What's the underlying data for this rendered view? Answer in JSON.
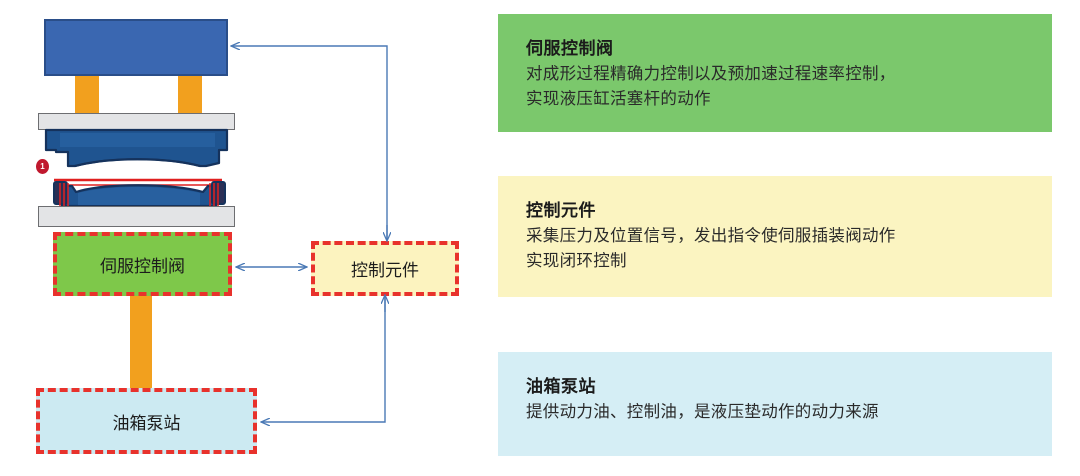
{
  "diagram": {
    "machine": {
      "ram_label": "hydraulic-ram",
      "column_label": "hydraulic-column",
      "upper_die_label": "upper-die",
      "lower_die_label": "lower-die",
      "bolster_label": "bolster-plate",
      "marker_number": "1"
    },
    "boxes": [
      {
        "id": "servo-valve",
        "label": "伺服控制阀",
        "fill": "#7ec84a",
        "border": "#e8322c"
      },
      {
        "id": "control-element",
        "label": "控制元件",
        "fill": "#fcf3bf",
        "border": "#e8322c"
      },
      {
        "id": "tank-pump-station",
        "label": "油箱泵站",
        "fill": "#cceaf2",
        "border": "#e8322c"
      }
    ],
    "connectors": [
      {
        "id": "control-to-ram",
        "from": "控制元件",
        "to": "液压缸",
        "direction": "one-way"
      },
      {
        "id": "servo-to-control",
        "from": "伺服控制阀",
        "to": "控制元件",
        "direction": "two-way"
      },
      {
        "id": "control-to-tank",
        "from": "控制元件",
        "to": "油箱泵站",
        "direction": "one-way"
      }
    ],
    "colors": {
      "ram": "#3a67b1",
      "ram_border": "#2a4e89",
      "column": "#f2a01e",
      "plate": "#e3e4e6",
      "plate_border": "#6d6e71",
      "die": "#1f5490",
      "die_border": "#15325c",
      "blank_holder": "#e02020",
      "arrow": "#4a79b5",
      "marker": "#c0182e"
    }
  },
  "panels": [
    {
      "id": "servo-valve-panel",
      "title": "伺服控制阀",
      "body": "对成形过程精确力控制以及预加速过程速率控制，\n实现液压缸活塞杆的动作",
      "background": "#7bc86c"
    },
    {
      "id": "control-element-panel",
      "title": "控制元件",
      "body": "采集压力及位置信号，发出指令使伺服插装阀动作\n实现闭环控制",
      "background": "#fbf4c1"
    },
    {
      "id": "tank-pump-panel",
      "title": "油箱泵站",
      "body": "提供动力油、控制油，是液压垫动作的动力来源",
      "background": "#d5eef5"
    }
  ]
}
